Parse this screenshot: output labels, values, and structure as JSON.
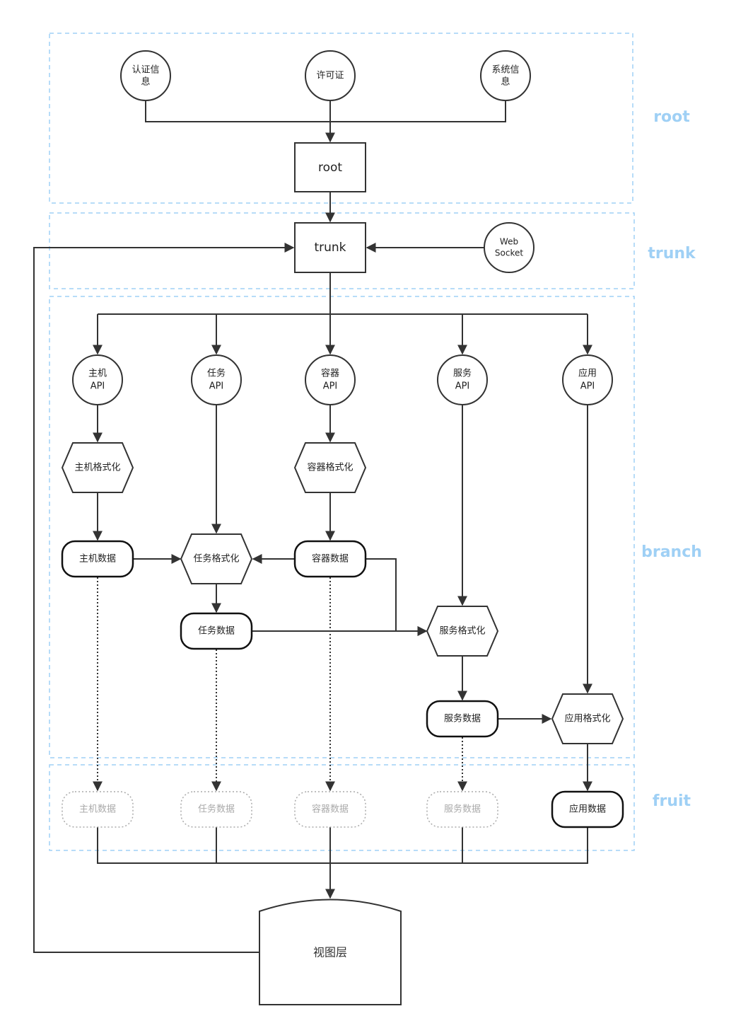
{
  "zones": {
    "root": "root",
    "trunk": "trunk",
    "branch": "branch",
    "fruit": "fruit"
  },
  "sources": {
    "auth_line1": "认证信",
    "auth_line2": "息",
    "license": "许可证",
    "sysinfo_line1": "系统信",
    "sysinfo_line2": "息"
  },
  "nodes": {
    "root": "root",
    "trunk": "trunk",
    "websocket_line1": "Web",
    "websocket_line2": "Socket",
    "view_layer": "视图层"
  },
  "apis": {
    "host": [
      "主机",
      "API"
    ],
    "task": [
      "任务",
      "API"
    ],
    "container": [
      "容器",
      "API"
    ],
    "service": [
      "服务",
      "API"
    ],
    "app": [
      "应用",
      "API"
    ]
  },
  "formatters": {
    "host": "主机格式化",
    "task": "任务格式化",
    "container": "容器格式化",
    "service": "服务格式化",
    "app": "应用格式化"
  },
  "branch_data": {
    "host": "主机数据",
    "task": "任务数据",
    "container": "容器数据",
    "service": "服务数据"
  },
  "fruit_data": {
    "host": "主机数据",
    "task": "任务数据",
    "container": "容器数据",
    "service": "服务数据",
    "app": "应用数据"
  },
  "colors": {
    "zone_border": "#9fd0f5",
    "zone_label": "#9fd0f5",
    "stroke": "#333333",
    "faded": "#aaaaaa"
  }
}
